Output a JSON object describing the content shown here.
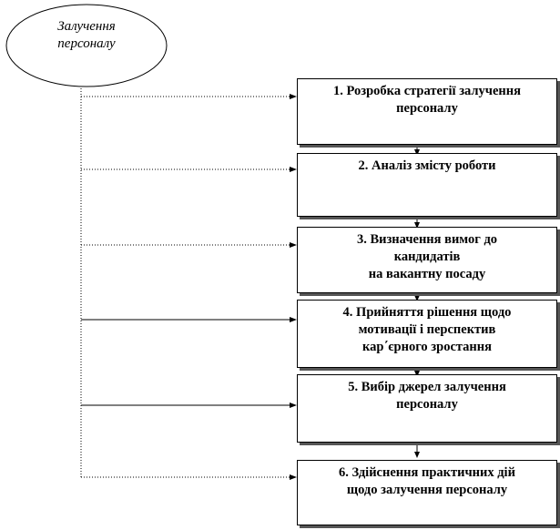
{
  "root": {
    "label_line1": "Залучення",
    "label_line2": "персоналу"
  },
  "steps": [
    {
      "lines": [
        "1. Розробка стратегії залучення",
        "персоналу"
      ]
    },
    {
      "lines": [
        "2. Аналіз змісту роботи"
      ]
    },
    {
      "lines": [
        "3. Визначення вимог до",
        "кандидатів",
        "на  вакантну посаду"
      ]
    },
    {
      "lines": [
        "4. Прийняття рішення щодо",
        "мотивації і перспектив",
        "кар΄єрного  зростання"
      ]
    },
    {
      "lines": [
        "5. Вибір джерел залучення",
        "персоналу"
      ]
    },
    {
      "lines": [
        "6. Здійснення практичних дій",
        "щодо залучення персоналу"
      ]
    }
  ]
}
